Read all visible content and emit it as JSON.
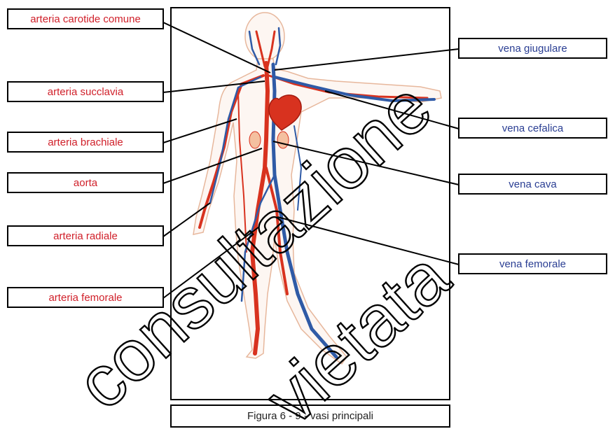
{
  "labels_left": [
    {
      "text": "arteria carotide comune"
    },
    {
      "text": "arteria succlavia"
    },
    {
      "text": "arteria brachiale"
    },
    {
      "text": "aorta"
    },
    {
      "text": "arteria radiale"
    },
    {
      "text": "arteria femorale"
    }
  ],
  "labels_right": [
    {
      "text": "vena giugulare"
    },
    {
      "text": "vena cefalica"
    },
    {
      "text": "vena cava"
    },
    {
      "text": "vena femorale"
    }
  ],
  "caption": "Figura 6 - 9 - vasi principali",
  "watermark": {
    "line1": "consultazione",
    "line2": "vietata"
  },
  "colors": {
    "artery": "#d0202a",
    "vein": "#2a3e93",
    "body_outline": "#e8b9a0",
    "watermark": "#000000"
  }
}
